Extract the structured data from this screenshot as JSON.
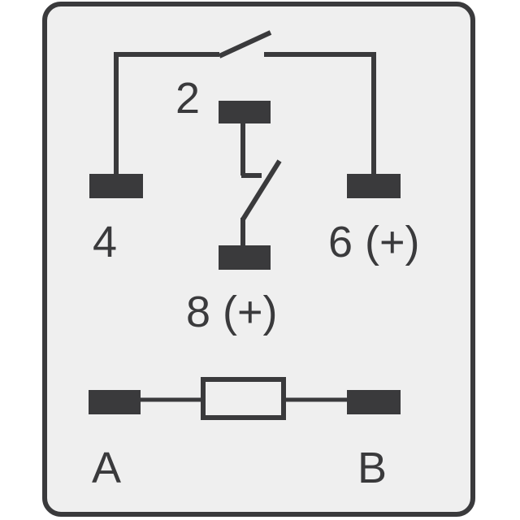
{
  "colors": {
    "stroke": "#3a3a3c",
    "fill": "#efefef",
    "pin": "#3a3a3c",
    "background": "#ffffff"
  },
  "pins": {
    "pin_2": "2",
    "pin_4": "4",
    "pin_6": "6 (+)",
    "pin_8": "8 (+)",
    "coil_a": "A",
    "coil_b": "B"
  }
}
